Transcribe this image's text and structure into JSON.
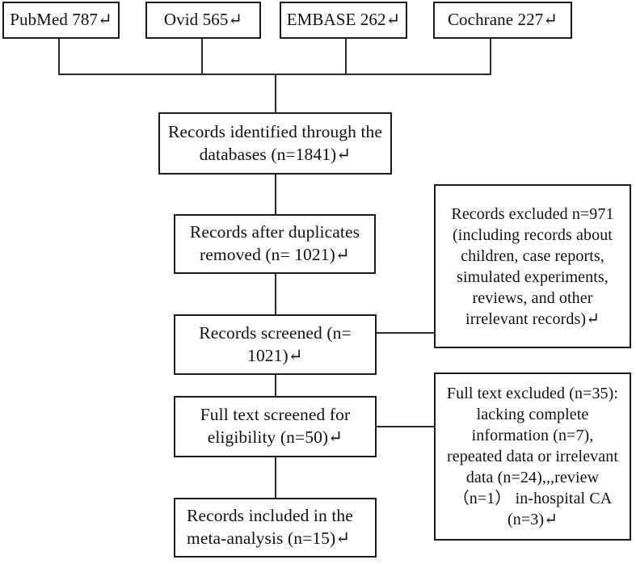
{
  "diagram": {
    "title": "PRISMA study selection flow diagram",
    "return_symbol": "↵",
    "line_color": "#2b2b2b",
    "box_border_color": "#1a1a1a",
    "background": "#ffffff",
    "sources": [
      {
        "id": "pubmed",
        "label": "PubMed 787↵",
        "database": "PubMed",
        "records": 787
      },
      {
        "id": "ovid",
        "label": "Ovid 565↵",
        "database": "Ovid",
        "records": 565
      },
      {
        "id": "embase",
        "label": "EMBASE 262↵",
        "database": "EMBASE",
        "records": 262
      },
      {
        "id": "cochrane",
        "label": "Cochrane 227↵",
        "database": "Cochrane",
        "records": 227
      }
    ],
    "stages": [
      {
        "id": "identified",
        "label": "Records identified through the\ndatabases (n=1841)↵",
        "n": 1841
      },
      {
        "id": "after-duplicates",
        "label": "Records after duplicates\nremoved (n= 1021)↵",
        "n": 1021
      },
      {
        "id": "screened",
        "label": "Records screened (n=\n1021)↵",
        "n": 1021
      },
      {
        "id": "eligibility",
        "label": "Full text screened for\neligibility (n=50)↵",
        "n": 50
      },
      {
        "id": "included",
        "label": "Records included in the\nmeta-analysis (n=15)↵",
        "n": 15
      }
    ],
    "exclusions": [
      {
        "id": "records-excluded",
        "label": "Records excluded n=971\n(including records about\nchildren, case reports,\nsimulated experiments,\nreviews, and other\nirrelevant records)↵",
        "n": 971
      },
      {
        "id": "fulltext-excluded",
        "label": "Full text excluded (n=35):\nlacking complete\ninformation (n=7),\nrepeated data or irrelevant\ndata (n=24),,,review\n（n=1） in-hospital CA\n(n=3)↵",
        "n": 35
      }
    ]
  }
}
